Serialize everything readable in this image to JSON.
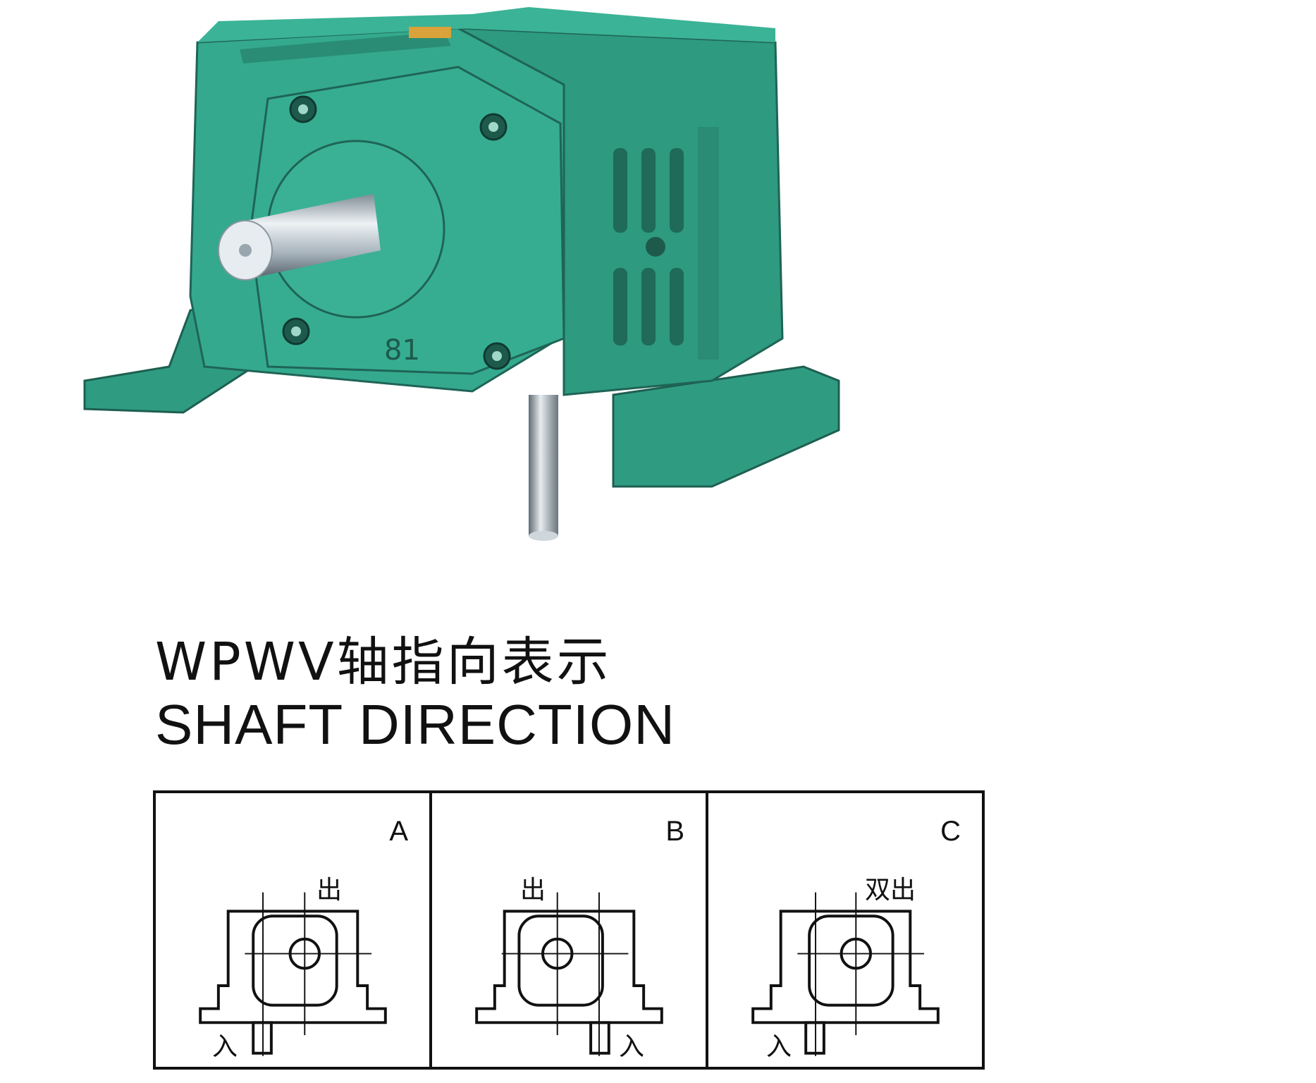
{
  "title": {
    "cn": "WPWV轴指向表示",
    "en": "SHAFT DIRECTION"
  },
  "photo": {
    "subject": "worm-gear-reducer",
    "body_color": "#33a88d",
    "shaft_color": "#b9c3cc",
    "casting_mark": "81"
  },
  "diagrams": [
    {
      "letter": "A",
      "output_label": "出",
      "input_label": "入"
    },
    {
      "letter": "B",
      "output_label": "出",
      "input_label": "入"
    },
    {
      "letter": "C",
      "output_label": "双出",
      "input_label": "入"
    }
  ]
}
